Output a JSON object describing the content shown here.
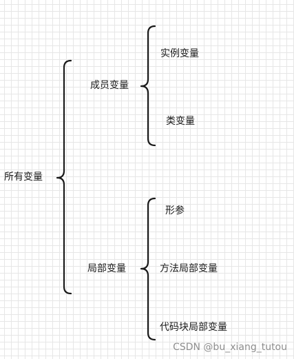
{
  "diagram": {
    "root": "所有变量",
    "member": {
      "label": "成员变量",
      "children": [
        "实例变量",
        "类变量"
      ]
    },
    "local": {
      "label": "局部变量",
      "children": [
        "形参",
        "方法局部变量",
        "代码块局部变量"
      ]
    }
  },
  "watermark": "CSDN @bu_xiang_tutou",
  "colors": {
    "brace": "#1a1a1a",
    "text": "#1a1a1a",
    "grid": "#e6e6e6",
    "watermark": "#8c8c8c"
  }
}
